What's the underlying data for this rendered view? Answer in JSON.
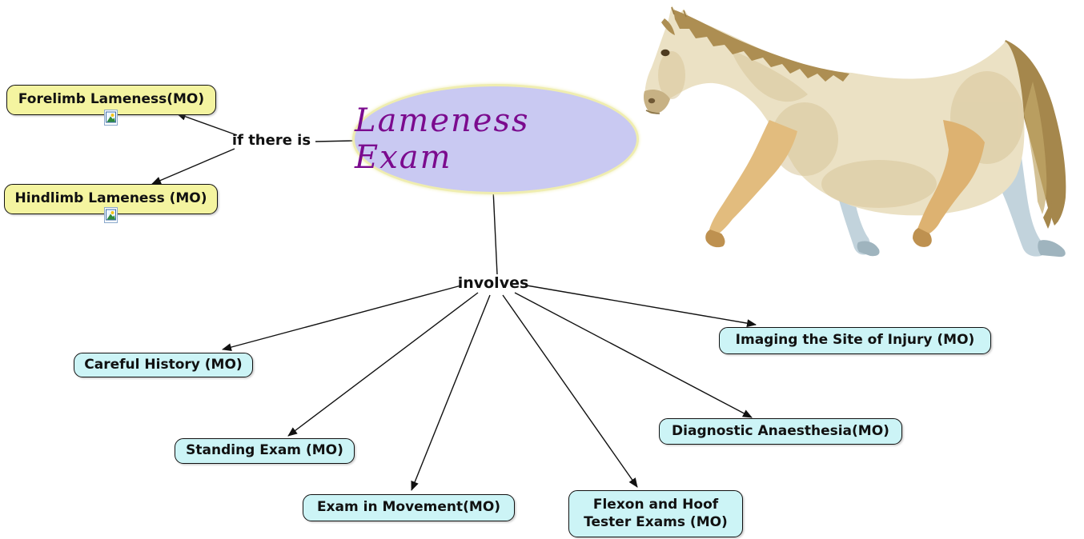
{
  "diagram": {
    "type": "concept-map",
    "root_node": {
      "label": "Lameness Exam"
    },
    "link_labels": {
      "if_there_is": "if there is",
      "involves": "involves"
    },
    "yellow_nodes": [
      {
        "label": "Forelimb Lameness(MO)",
        "has_resource_icon": true
      },
      {
        "label": "Hindlimb Lameness (MO)",
        "has_resource_icon": true
      }
    ],
    "cyan_nodes": [
      {
        "label": "Careful History (MO)"
      },
      {
        "label": "Standing Exam (MO)"
      },
      {
        "label": "Exam in Movement(MO)"
      },
      {
        "label": "Flexon and Hoof\nTester Exams (MO)"
      },
      {
        "label": "Diagnostic Anaesthesia(MO)"
      },
      {
        "label": "Imaging the Site of Injury (MO)"
      }
    ],
    "palette": {
      "yellow_node_fill": "#f4f4a0",
      "cyan_node_fill": "#ccf4f6",
      "node_border": "#111111",
      "node_text": "#111111",
      "ellipse_fill": "#c9c9f2",
      "ellipse_border": "#efedb0",
      "ellipse_text": "#7b0b8e",
      "connector_line": "#111111",
      "horse_body": "#ebe1c4",
      "horse_mane_tail": "#a5874c",
      "horse_leg_tan": "#e2bc7e",
      "horse_leg_gray": "#c2d3dc"
    },
    "icons": {
      "resource_icon": "image-resource"
    }
  }
}
